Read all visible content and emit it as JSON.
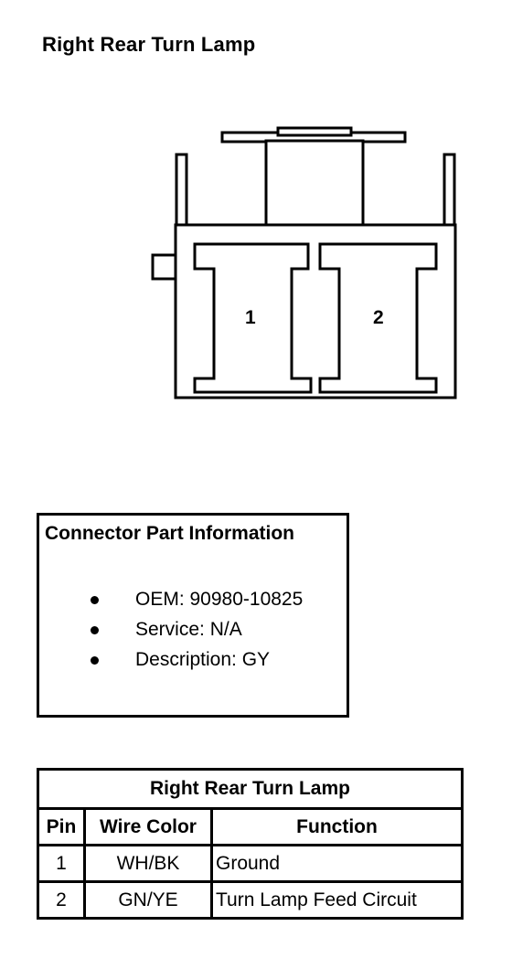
{
  "title": "Right Rear Turn Lamp",
  "connector": {
    "pins": [
      "1",
      "2"
    ]
  },
  "info_box": {
    "title": "Connector Part Information",
    "items": [
      "OEM: 90980-10825",
      "Service: N/A",
      "Description: GY"
    ]
  },
  "pin_table": {
    "title": "Right Rear Turn Lamp",
    "headers": [
      "Pin",
      "Wire Color",
      "Function"
    ],
    "rows": [
      [
        "1",
        "WH/BK",
        "Ground"
      ],
      [
        "2",
        "GN/YE",
        "Turn Lamp Feed Circuit"
      ]
    ]
  }
}
